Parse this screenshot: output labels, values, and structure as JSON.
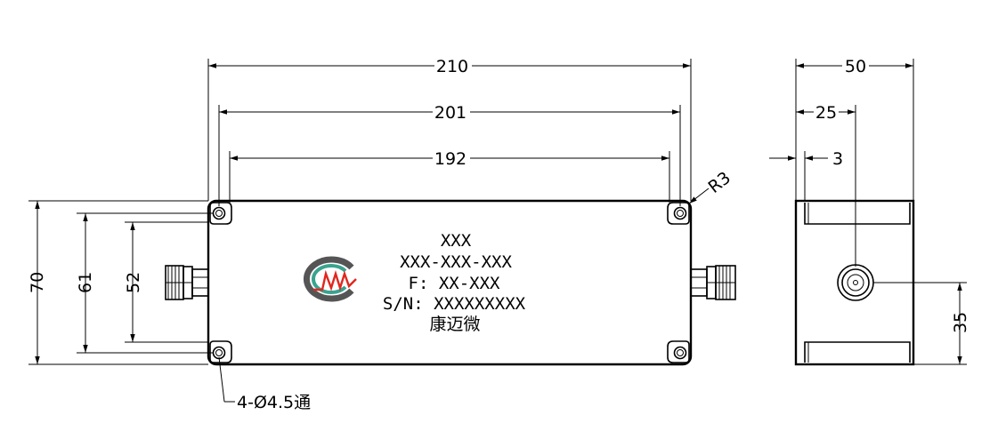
{
  "dimensions": {
    "overall_length": "210",
    "flange_hole_spacing": "201",
    "body_inner_length": "192",
    "corner_radius": "R3",
    "overall_height": "70",
    "hole_vertical_spacing": "61",
    "body_inner_height": "52",
    "side_width": "50",
    "side_half_width": "25",
    "side_offset": "3",
    "connector_height": "35",
    "mounting_holes": "4-Ø4.5通"
  },
  "label": {
    "line1": "XXX",
    "line2": "XXX-XXX-XXX",
    "line3": "F: XX-XXX",
    "line4": "S/N: XXXXXXXXX",
    "line5": "康迈微"
  },
  "colors": {
    "logo_red": "#e0271f",
    "logo_teal": "#3aa38f",
    "logo_gray": "#555555"
  }
}
